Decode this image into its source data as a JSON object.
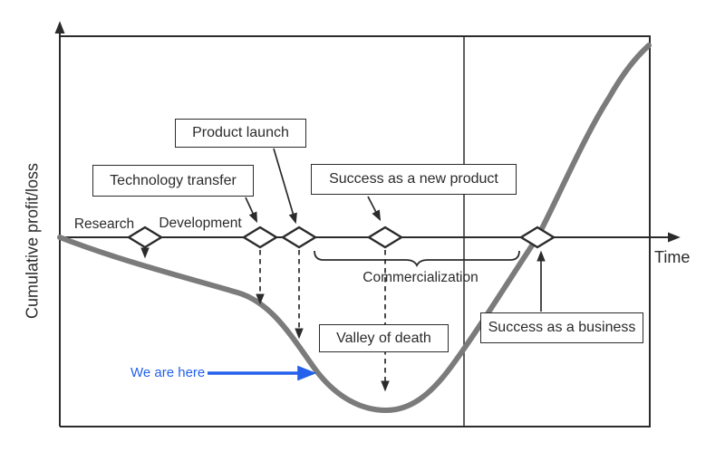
{
  "axes": {
    "y_label": "Cumulative profit/loss",
    "x_label": "Time"
  },
  "stages": {
    "research": "Research",
    "development": "Development",
    "commercialization": "Commercialization"
  },
  "milestone_boxes": {
    "technology_transfer": "Technology transfer",
    "product_launch": "Product launch",
    "success_new_product": "Success as a new product",
    "valley_of_death": "Valley of death",
    "success_business": "Success as a business"
  },
  "annotation": {
    "we_are_here": "We are here"
  },
  "colors": {
    "curve_gray": "#7b7b7b",
    "annotation_blue": "#2361ec",
    "ink": "#2b2b2b"
  },
  "diagram_semantics": {
    "type": "valley-of-death innovation curve",
    "curve_shape": "cumulative profit/loss starts at break-even, dips to a minimum (valley of death) after product launch, then rises above break-even to success as a business",
    "milestones_in_time_order": [
      "Research",
      "Technology transfer",
      "Development",
      "Product launch",
      "Success as a new product",
      "Success as a business"
    ]
  }
}
